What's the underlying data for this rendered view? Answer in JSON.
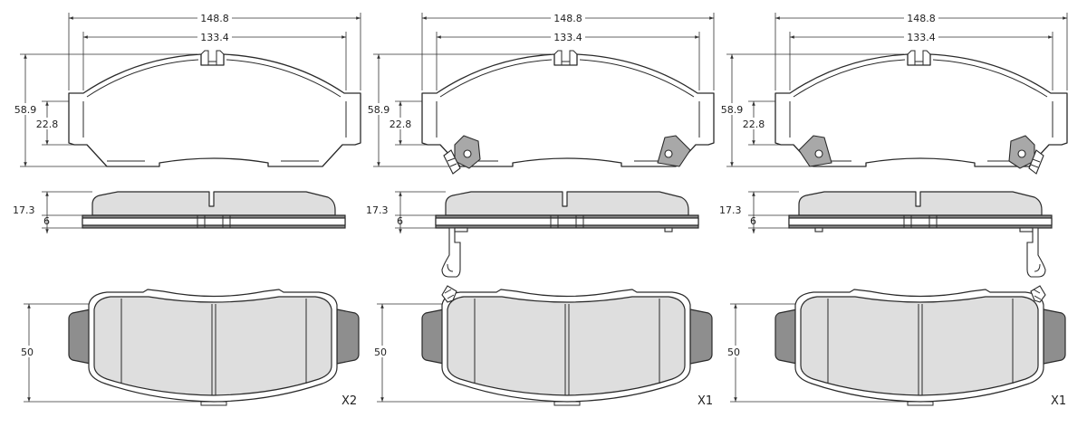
{
  "dimensions": {
    "overall_length": "148.8",
    "inner_length": "133.4",
    "overall_height": "58.9",
    "tab_height": "22.8",
    "total_thickness": "17.3",
    "backplate_thickness": "6",
    "pad_height": "50"
  },
  "variants": [
    {
      "quantity": "X2",
      "clip_side": "none"
    },
    {
      "quantity": "X1",
      "clip_side": "left"
    },
    {
      "quantity": "X1",
      "clip_side": "right"
    }
  ]
}
